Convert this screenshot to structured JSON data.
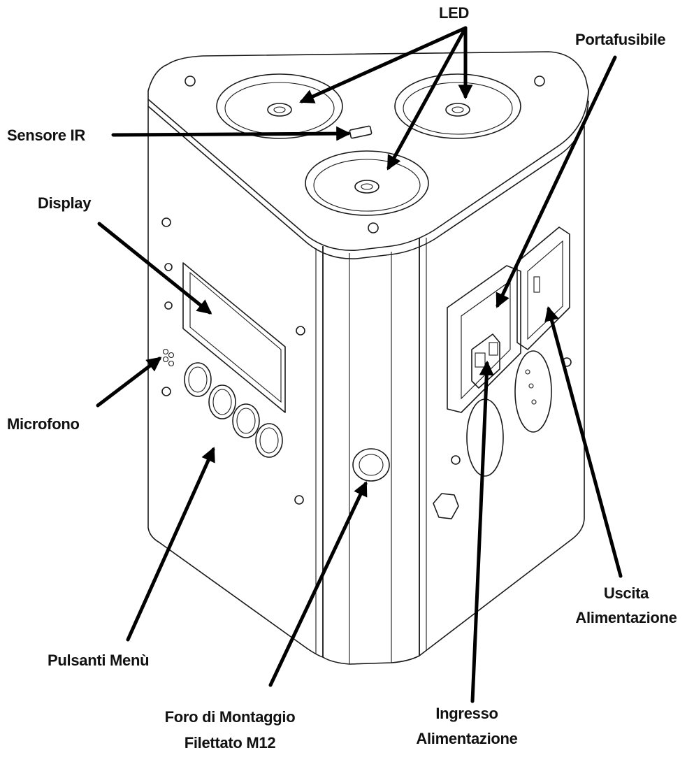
{
  "labels": {
    "led": "LED",
    "portafusibile": "Portafusibile",
    "sensore_ir": "Sensore IR",
    "display": "Display",
    "microfono": "Microfono",
    "pulsanti_menu": "Pulsanti Menù",
    "foro_line1": "Foro di Montaggio",
    "foro_line2": "Filettato M12",
    "ingresso_line1": "Ingresso",
    "ingresso_line2": "Alimentazione",
    "uscita_line1": "Uscita",
    "uscita_line2": "Alimentazione"
  },
  "colors": {
    "line": "#1a1a1a",
    "arrow": "#000000",
    "text": "#111111",
    "background": "#ffffff"
  }
}
